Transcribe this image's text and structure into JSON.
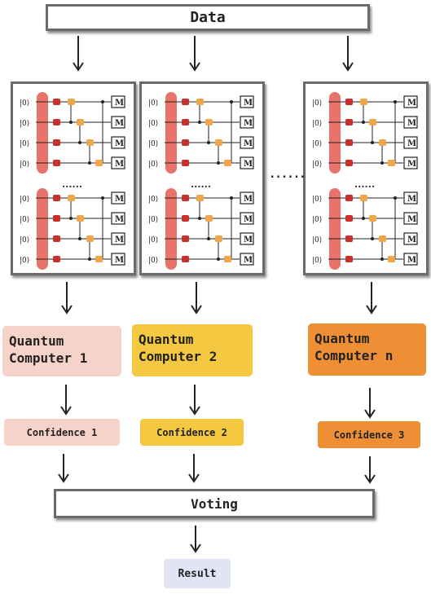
{
  "top_bar": {
    "label": "Data"
  },
  "qubit_label": "|0⟩",
  "measure_symbol": "M",
  "circuit_ellipsis": "......",
  "between_ellipsis": "......",
  "computers": [
    {
      "label": "Quantum Computer 1",
      "line1": "Quantum",
      "line2": "Computer 1",
      "color": "#f6d3c9",
      "confidence": "Confidence 1"
    },
    {
      "label": "Quantum Computer 2",
      "line1": "Quantum",
      "line2": "Computer 2",
      "color": "#f5c842",
      "confidence": "Confidence 2"
    },
    {
      "label": "Quantum Computer n",
      "line1": "Quantum",
      "line2": "Computer n",
      "color": "#ef8f35",
      "confidence": "Confidence 3"
    }
  ],
  "voting_bar": {
    "label": "Voting"
  },
  "result": {
    "label": "Result",
    "color": "#e2e4f6"
  },
  "colors": {
    "red_bar": "#e8736a",
    "red_gate": "#c8302e",
    "orange_gate": "#f0a64a",
    "frame": "#6b6b6b"
  }
}
